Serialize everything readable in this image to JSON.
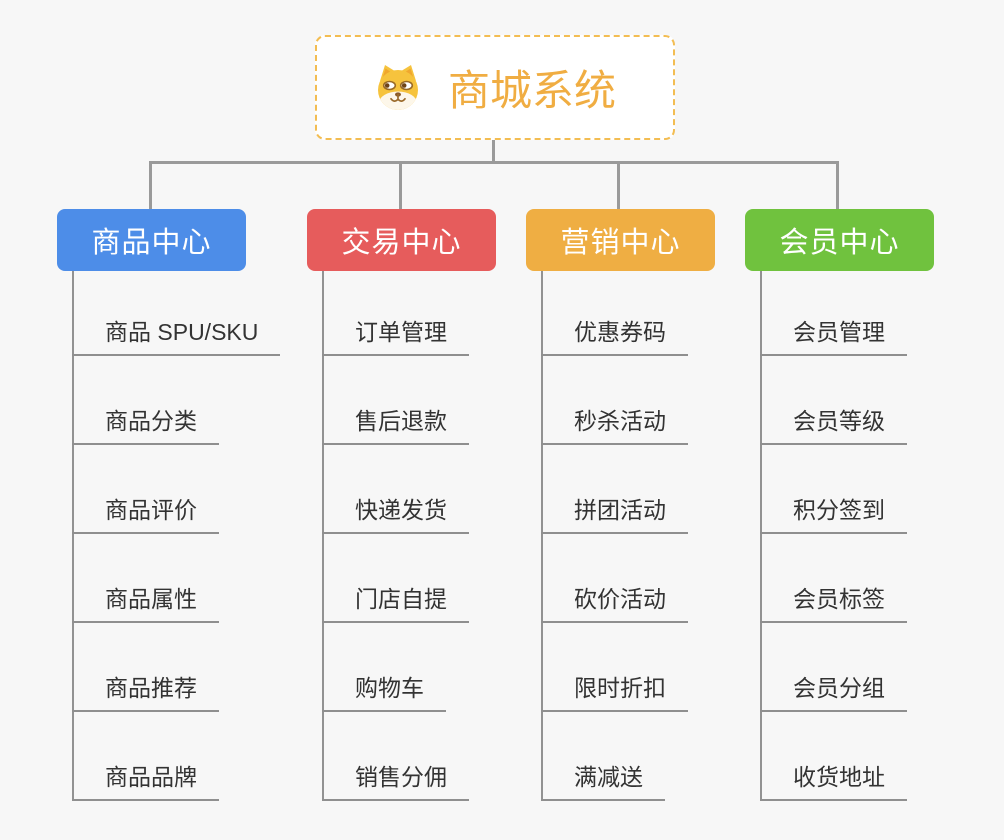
{
  "root": {
    "title": "商城系统",
    "icon": "dog-face-icon",
    "accent_color": "#f0ad42",
    "border_color": "#f3bd52"
  },
  "line_color": "#9a9a9a",
  "branches": [
    {
      "label": "商品中心",
      "color": "#4d8de8",
      "items": [
        "商品 SPU/SKU",
        "商品分类",
        "商品评价",
        "商品属性",
        "商品推荐",
        "商品品牌"
      ]
    },
    {
      "label": "交易中心",
      "color": "#e65c5c",
      "items": [
        "订单管理",
        "售后退款",
        "快递发货",
        "门店自提",
        "购物车",
        "销售分佣"
      ]
    },
    {
      "label": "营销中心",
      "color": "#efae43",
      "items": [
        "优惠券码",
        "秒杀活动",
        "拼团活动",
        "砍价活动",
        "限时折扣",
        "满减送"
      ]
    },
    {
      "label": "会员中心",
      "color": "#70c23e",
      "items": [
        "会员管理",
        "会员等级",
        "积分签到",
        "会员标签",
        "会员分组",
        "收货地址"
      ]
    }
  ]
}
